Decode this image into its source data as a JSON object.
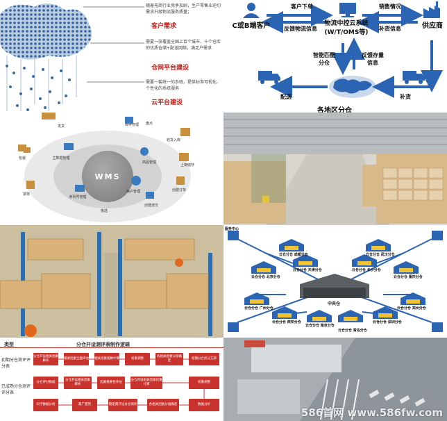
{
  "cloud_panel": {
    "items": [
      {
        "text": "随着电商行业竞争加剧，生产零售业迫切需求升级物流服务质量；",
        "heading": "客户需求"
      },
      {
        "text": "需要一张覆盖全国上百个城市、十个仓库的优质仓储+配送网络，满足户需求",
        "heading": "仓网平台建设"
      },
      {
        "text": "需要一套统一的系统，提供标准可视化、个性化的系统服务",
        "heading": "云平台建设"
      }
    ]
  },
  "flow_panel": {
    "client": "C或B端客户",
    "system": "物流中控云系统\n(W/T/OMS等)",
    "supplier": "供应商",
    "customer_order": "客户下单",
    "feedback_logistics": "反馈物流信息",
    "sales_info": "销售情况",
    "replenish_info": "补货信息",
    "smart_match": "智能匹配\n分仓",
    "feedback_stock": "反馈存量\n信息",
    "delivery": "配送",
    "replenish": "补货",
    "regional": "各地区分仓"
  },
  "wms_panel": {
    "center": "WMS",
    "items": [
      "发货",
      "库存管理",
      "盘点",
      "收货入库",
      "包装",
      "主数据管理",
      "商品管理",
      "上架储存",
      "复核",
      "用户管理",
      "创建订单",
      "序列号管理",
      "拣选",
      "创建波次"
    ]
  },
  "network_panel": {
    "hub_label": "中央仓",
    "warehouses": [
      "云仓分仓 成都分仓",
      "云仓分仓 武汉分仓",
      "云仓分仓 北京分仓",
      "云仓分仓 重庆分仓",
      "云仓分仓 天津分仓",
      "云仓分仓 长沙分仓",
      "云仓分仓 广州分仓",
      "云仓分仓 郑州分仓",
      "云仓分仓 西安分仓",
      "云仓分仓 深圳分仓",
      "云仓分仓 南京分仓",
      "云仓分仓 青岛分仓"
    ],
    "corner_label": "服务中心"
  },
  "table_panel": {
    "col_type": "类型",
    "col_logic": "分仓开设测评表制作逻辑",
    "row1_label": "初期分仓测评评分表",
    "row2_label": "已成熟分仓测评评分表",
    "row1_boxes": [
      "分仓开设相关因素解析",
      "重要因素全面评估",
      "相关因素指数计算",
      "权重调整",
      "各相关因素分值确定",
      "初期分仓评分方案"
    ],
    "row2_boxes": [
      "分仓评分数据",
      "分仓开设相关因素解析",
      "因素重要性评估",
      "分仓开设相关因素权重计算",
      "权重调整"
    ],
    "row3_boxes": [
      "科学数据分析",
      "最广使用",
      "稳定期开设分仓测评",
      "各相关因素分值确定",
      "数据分析"
    ]
  },
  "watermark": "586首网 www.586fw.com"
}
